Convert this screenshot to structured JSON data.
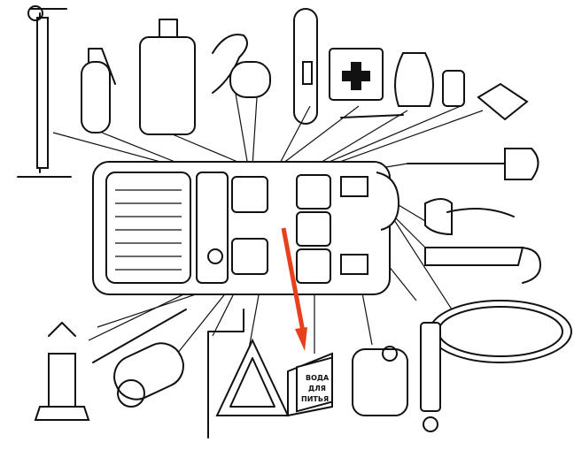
{
  "water_box": {
    "line1": "ВОДА",
    "line2": "ДЛЯ",
    "line3": "ПИТЬЯ"
  },
  "colors": {
    "arrow": "#e8401c",
    "ink": "#111111",
    "background": "#ffffff"
  }
}
